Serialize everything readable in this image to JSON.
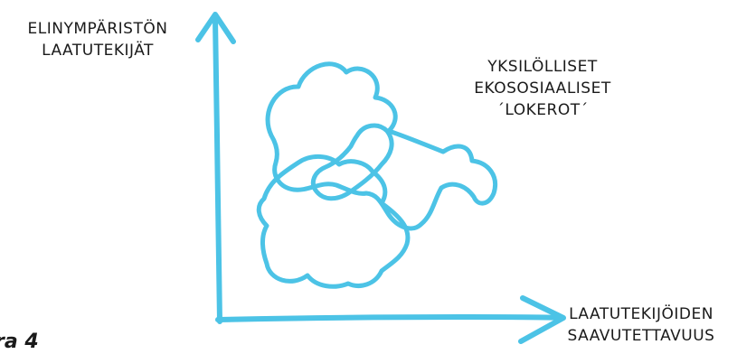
{
  "diagram": {
    "accent_color": "#4cc3e6",
    "y_axis_label": [
      "ELINYMPÄRISTÖN",
      "LAATUTEKIJÄT"
    ],
    "x_axis_label": [
      "LAATUTEKIJÖIDEN",
      "SAAVUTETTAVUUS"
    ],
    "blob_label": [
      "YKSILÖLLISET",
      "EKOSOSIAALISET",
      "´LOKEROT´"
    ],
    "figure_ref": "ra 4"
  }
}
